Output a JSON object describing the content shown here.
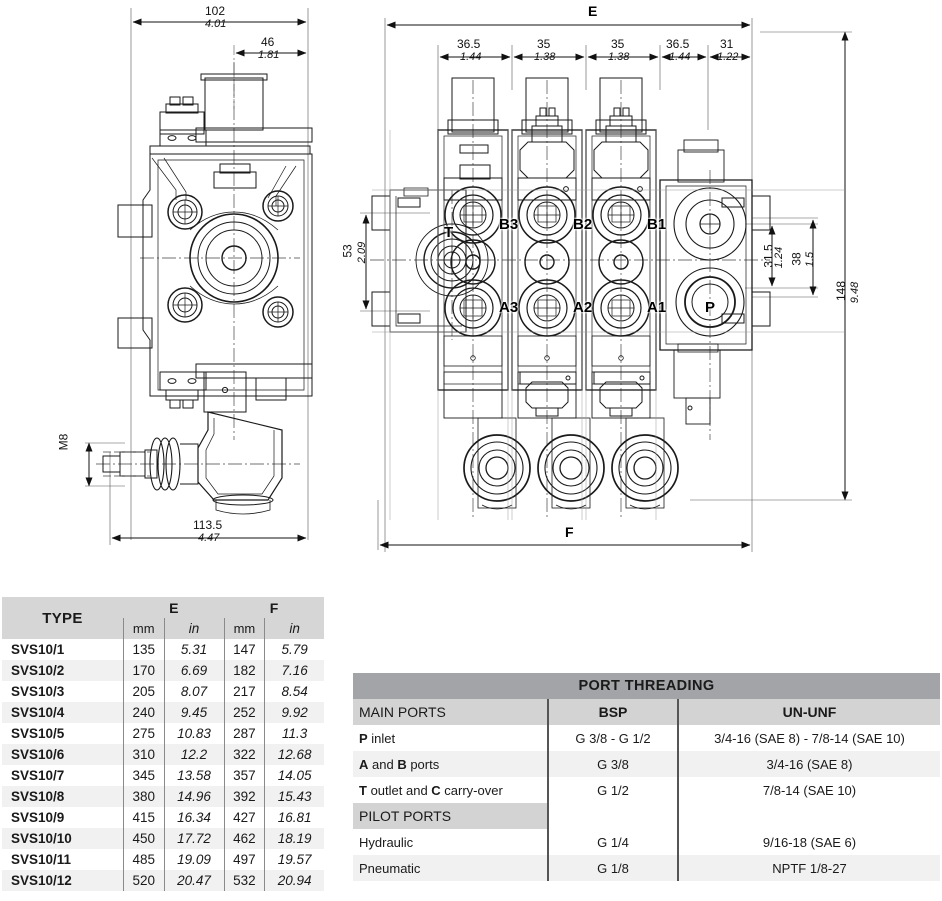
{
  "drawings": {
    "left_view": {
      "name": "side-section-view",
      "dims": [
        {
          "id": "width-102",
          "mm": "102",
          "in": "4.01"
        },
        {
          "id": "offset-46",
          "mm": "46",
          "in": "1.81"
        },
        {
          "id": "depth-113_5",
          "mm": "113.5",
          "in": "4.47"
        }
      ],
      "thread_note": "M8"
    },
    "right_view": {
      "name": "front-section-view",
      "overall_labels": {
        "top": "E",
        "bottom": "F"
      },
      "top_chain": [
        {
          "mm": "36.5",
          "in": "1.44"
        },
        {
          "mm": "35",
          "in": "1.38"
        },
        {
          "mm": "35",
          "in": "1.38"
        },
        {
          "mm": "36.5",
          "in": "1.44"
        },
        {
          "mm": "31",
          "in": "1.22"
        }
      ],
      "left_dim": {
        "mm": "53",
        "in": "2.09"
      },
      "right_dims": [
        {
          "mm": "31.5",
          "in": "1.24"
        },
        {
          "mm": "38",
          "in": "1.5"
        },
        {
          "mm": "148",
          "in": "9.48"
        }
      ],
      "ports": [
        "T",
        "B3",
        "B2",
        "B1",
        "A3",
        "A2",
        "A1",
        "P"
      ]
    }
  },
  "type_table": {
    "headers": {
      "type": "TYPE",
      "groups": [
        "E",
        "F"
      ],
      "units": [
        "mm",
        "in",
        "mm",
        "in"
      ]
    },
    "rows": [
      {
        "type": "SVS10/1",
        "e_mm": "135",
        "e_in": "5.31",
        "f_mm": "147",
        "f_in": "5.79"
      },
      {
        "type": "SVS10/2",
        "e_mm": "170",
        "e_in": "6.69",
        "f_mm": "182",
        "f_in": "7.16"
      },
      {
        "type": "SVS10/3",
        "e_mm": "205",
        "e_in": "8.07",
        "f_mm": "217",
        "f_in": "8.54"
      },
      {
        "type": "SVS10/4",
        "e_mm": "240",
        "e_in": "9.45",
        "f_mm": "252",
        "f_in": "9.92"
      },
      {
        "type": "SVS10/5",
        "e_mm": "275",
        "e_in": "10.83",
        "f_mm": "287",
        "f_in": "11.3"
      },
      {
        "type": "SVS10/6",
        "e_mm": "310",
        "e_in": "12.2",
        "f_mm": "322",
        "f_in": "12.68"
      },
      {
        "type": "SVS10/7",
        "e_mm": "345",
        "e_in": "13.58",
        "f_mm": "357",
        "f_in": "14.05"
      },
      {
        "type": "SVS10/8",
        "e_mm": "380",
        "e_in": "14.96",
        "f_mm": "392",
        "f_in": "15.43"
      },
      {
        "type": "SVS10/9",
        "e_mm": "415",
        "e_in": "16.34",
        "f_mm": "427",
        "f_in": "16.81"
      },
      {
        "type": "SVS10/10",
        "e_mm": "450",
        "e_in": "17.72",
        "f_mm": "462",
        "f_in": "18.19"
      },
      {
        "type": "SVS10/11",
        "e_mm": "485",
        "e_in": "19.09",
        "f_mm": "497",
        "f_in": "19.57"
      },
      {
        "type": "SVS10/12",
        "e_mm": "520",
        "e_in": "20.47",
        "f_mm": "532",
        "f_in": "20.94"
      }
    ]
  },
  "port_threading": {
    "title": "PORT THREADING",
    "col_headers": {
      "section": "MAIN PORTS",
      "bsp": "BSP",
      "ununf": "UN-UNF"
    },
    "main_rows": [
      {
        "label_b": "P",
        "label_rest": " inlet",
        "bsp": "G 3/8 - G 1/2",
        "ununf": "3/4-16 (SAE 8) - 7/8-14 (SAE 10)"
      },
      {
        "label_b": "A",
        "label_mid": " and ",
        "label_b2": "B",
        "label_rest": " ports",
        "bsp": "G 3/8",
        "ununf": "3/4-16 (SAE 8)"
      },
      {
        "label_b": "T",
        "label_mid": " outlet and ",
        "label_b2": "C",
        "label_rest": " carry-over",
        "bsp": "G 1/2",
        "ununf": "7/8-14 (SAE 10)"
      }
    ],
    "pilot_header": "PILOT PORTS",
    "pilot_rows": [
      {
        "label": "Hydraulic",
        "bsp": "G 1/4",
        "ununf": "9/16-18 (SAE 6)"
      },
      {
        "label": "Pneumatic",
        "bsp": "G 1/8",
        "ununf": "NPTF 1/8-27"
      }
    ]
  },
  "colors": {
    "header_gray": "#d6d6d6",
    "title_gray": "#a2a4a7",
    "stripe": "#f1f1f1",
    "line": "#1a1a1a"
  }
}
